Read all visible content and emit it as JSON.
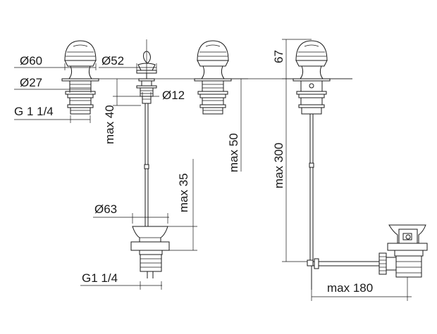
{
  "labels": {
    "d60": "Ø60",
    "d27": "Ø27",
    "g114_left": "G 1 1/4",
    "d52": "Ø52",
    "d12": "Ø12",
    "max40": "max 40",
    "max50": "max 50",
    "max35": "max 35",
    "d63": "Ø63",
    "g114_bottom": "G1 1/4",
    "d67": "67",
    "max300": "max 300",
    "max180": "max 180"
  }
}
